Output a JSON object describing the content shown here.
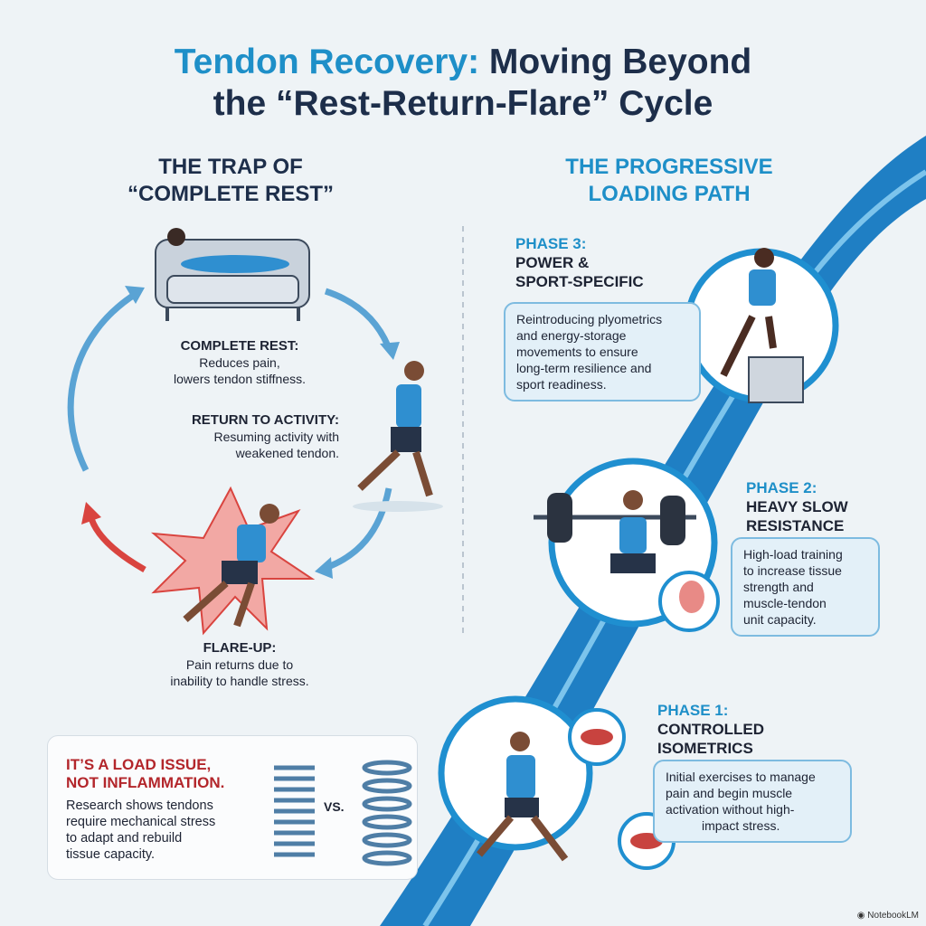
{
  "title": {
    "part1": "Tendon Recovery:",
    "part2": " Moving Beyond",
    "line2": "the “Rest-Return-Flare” Cycle"
  },
  "left": {
    "heading1": "THE TRAP OF",
    "heading2": "“COMPLETE REST”",
    "steps": [
      {
        "title": "COMPLETE REST:",
        "desc1": "Reduces pain,",
        "desc2": "lowers tendon stiffness."
      },
      {
        "title": "RETURN TO ACTIVITY:",
        "desc1": "Resuming activity with",
        "desc2": "weakened tendon."
      },
      {
        "title": "FLARE-UP:",
        "desc1": "Pain returns due to",
        "desc2": "inability to handle stress."
      }
    ],
    "load_box": {
      "title1": "IT’S A LOAD ISSUE,",
      "title2": "NOT INFLAMMATION.",
      "body": [
        "Research shows tendons",
        "require mechanical stress",
        "to adapt and rebuild",
        "tissue capacity."
      ],
      "vs": "VS."
    }
  },
  "right": {
    "heading1": "THE PROGRESSIVE",
    "heading2": "LOADING PATH",
    "phases": [
      {
        "key": "PHASE 3:",
        "title": [
          "POWER &",
          "SPORT-SPECIFIC"
        ],
        "desc": [
          "Reintroducing plyometrics",
          "and energy-storage",
          "movements to ensure",
          "long-term resilience and",
          "sport readiness."
        ]
      },
      {
        "key": "PHASE 2:",
        "title": [
          "HEAVY SLOW",
          "RESISTANCE"
        ],
        "desc": [
          "High-load training",
          "to increase tissue",
          "strength and",
          "muscle-tendon",
          "unit capacity."
        ]
      },
      {
        "key": "PHASE 1:",
        "title": [
          "CONTROLLED",
          "ISOMETRICS"
        ],
        "desc": [
          "Initial exercises to manage",
          "pain and begin muscle",
          "activation without high-",
          "impact stress."
        ]
      }
    ]
  },
  "watermark": "NotebookLM",
  "colors": {
    "accent": "#1e8fc8",
    "navy": "#1d2e4a",
    "red": "#b3262b"
  }
}
